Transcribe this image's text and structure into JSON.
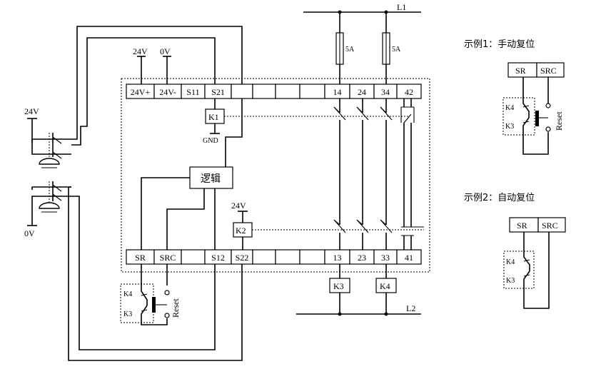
{
  "power": {
    "l1": "L1",
    "l2": "L2",
    "fuse1": "5A",
    "fuse2": "5A"
  },
  "supply": {
    "plus_label": "24V",
    "minus_label": "0V",
    "left_24v": "24V",
    "left_0v": "0V",
    "k2_supply": "24V",
    "gnd": "GND"
  },
  "top_terminals": [
    "24V+",
    "24V-",
    "S11",
    "S21",
    "",
    "",
    "",
    "",
    "14",
    "24",
    "34",
    "42"
  ],
  "bottom_terminals": [
    "SR",
    "SRC",
    "",
    "S12",
    "S22",
    "",
    "",
    "",
    "13",
    "23",
    "33",
    "41"
  ],
  "internal": {
    "k1": "K1",
    "k2": "K2",
    "logic": "逻辑"
  },
  "outputs": {
    "k3": "K3",
    "k4": "K4"
  },
  "reset_circuit": {
    "k4": "K4",
    "k3": "K3",
    "reset": "Reset"
  },
  "example1": {
    "title": "示例1：手动复位",
    "sr": "SR",
    "src": "SRC",
    "k4": "K4",
    "k3": "K3",
    "reset": "Reset"
  },
  "example2": {
    "title": "示例2：自动复位",
    "sr": "SR",
    "src": "SRC",
    "k4": "K4",
    "k3": "K3"
  }
}
